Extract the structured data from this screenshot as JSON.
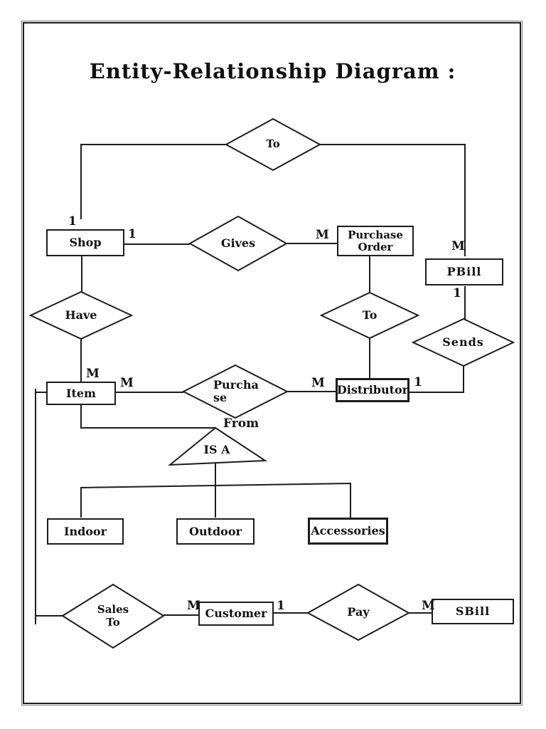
{
  "title": "Entity-Relationship Diagram :",
  "entities": {
    "shop": "Shop",
    "purchase_order_l1": "Purchase",
    "purchase_order_l2": "Order",
    "pbill": "PBill",
    "item": "Item",
    "distributor": "Distributor",
    "indoor": "Indoor",
    "outdoor": "Outdoor",
    "accessories": "Accessories",
    "customer": "Customer",
    "sbill": "SBill"
  },
  "relationships": {
    "to_top": "To",
    "gives": "Gives",
    "have": "Have",
    "to_mid": "To",
    "sends": "Sends",
    "purchase_l1": "Purcha",
    "purchase_l2": "se",
    "sales_l1": "Sales",
    "sales_l2": "To",
    "pay": "Pay"
  },
  "labels": {
    "from": "From",
    "isa": "IS A"
  },
  "cardinalities": {
    "shop_top": "1",
    "shop_gives": "1",
    "gives_po": "M",
    "to_pbill": "M",
    "pbill_sends": "1",
    "have_item": "M",
    "item_purchase": "M",
    "purchase_distributor": "M",
    "distributor_sends": "1",
    "salesto_customer": "M",
    "customer_pay": "1",
    "pay_sbill": "M"
  },
  "colors": {
    "ink": "#1c1c1c",
    "paper": "#ffffff"
  }
}
